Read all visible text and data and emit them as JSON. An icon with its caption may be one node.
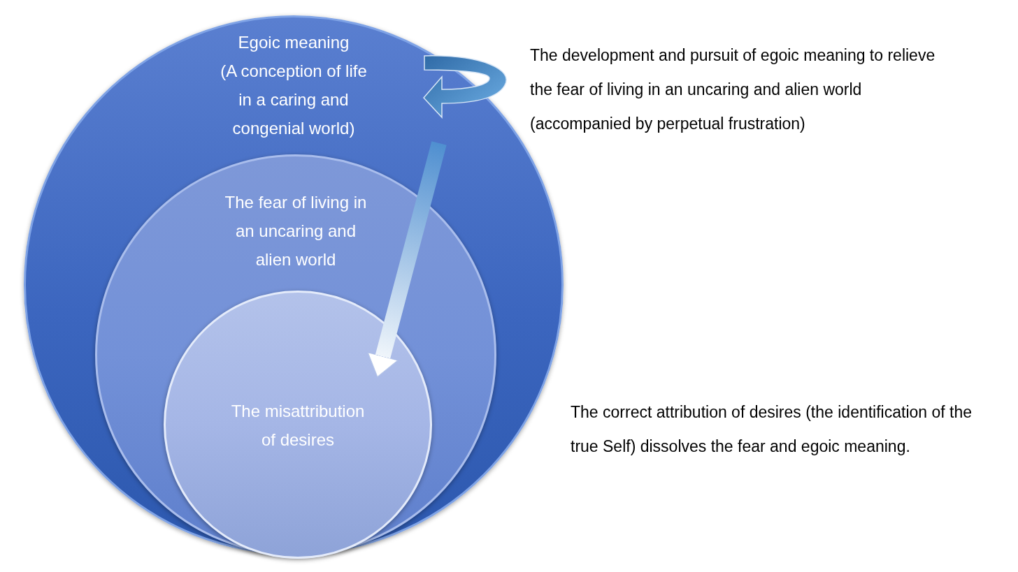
{
  "diagram": {
    "nodes": [
      {
        "text": [
          "Egoic meaning",
          "(A conception of life in a caring and congenial world)"
        ]
      },
      {
        "text": [
          "The fear of living in an uncaring and alien world"
        ],
        "in": 0
      },
      {
        "text": [
          "The misattribution of desires"
        ],
        "in": 1
      }
    ],
    "edges": [
      {
        "from": null,
        "to": 2,
        "arrow": "to"
      }
    ],
    "labels": [
      "The development and pursuit of egoic meaning to relieve the fear of living in an uncaring and alien world (accompanied by perpetual frustration)",
      "The correct attribution of desires (the identification of the true Self) dissolves the fear and egoic meaning."
    ]
  }
}
